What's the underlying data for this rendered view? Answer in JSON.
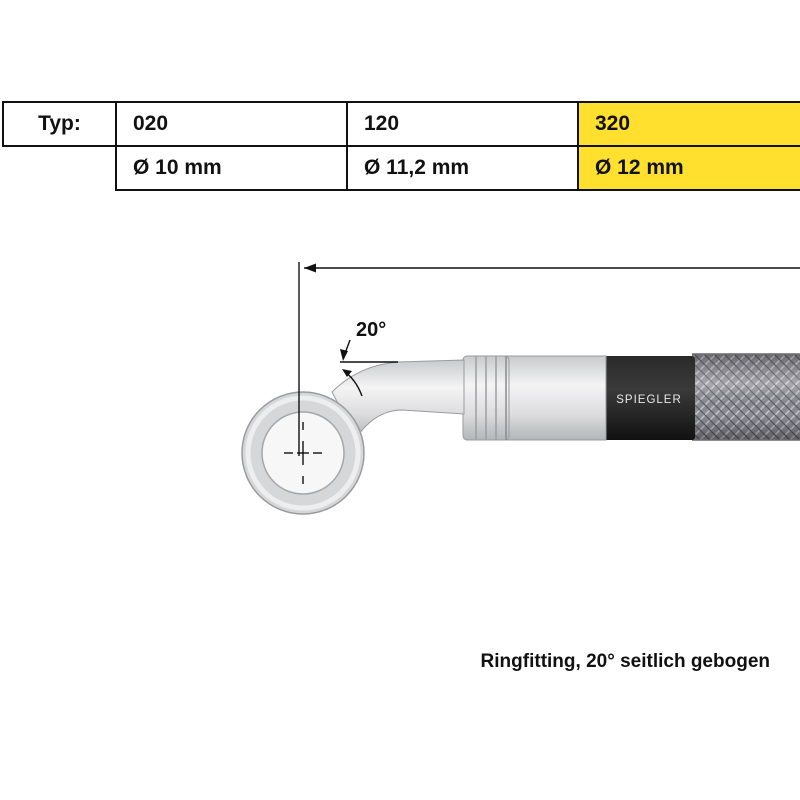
{
  "table": {
    "label": "Typ:",
    "types": [
      "020",
      "120",
      "320"
    ],
    "diameters": [
      "Ø 10 mm",
      "Ø 11,2 mm",
      "Ø 12 mm"
    ],
    "highlight_color": "#ffe02e"
  },
  "diagram": {
    "angle_label": "20°",
    "brand_label": "SPIEGLER",
    "hose_color": "#8e8e96",
    "sleeve_color": "#1a1a1a"
  },
  "caption": "Ringfitting, 20° seitlich gebogen"
}
